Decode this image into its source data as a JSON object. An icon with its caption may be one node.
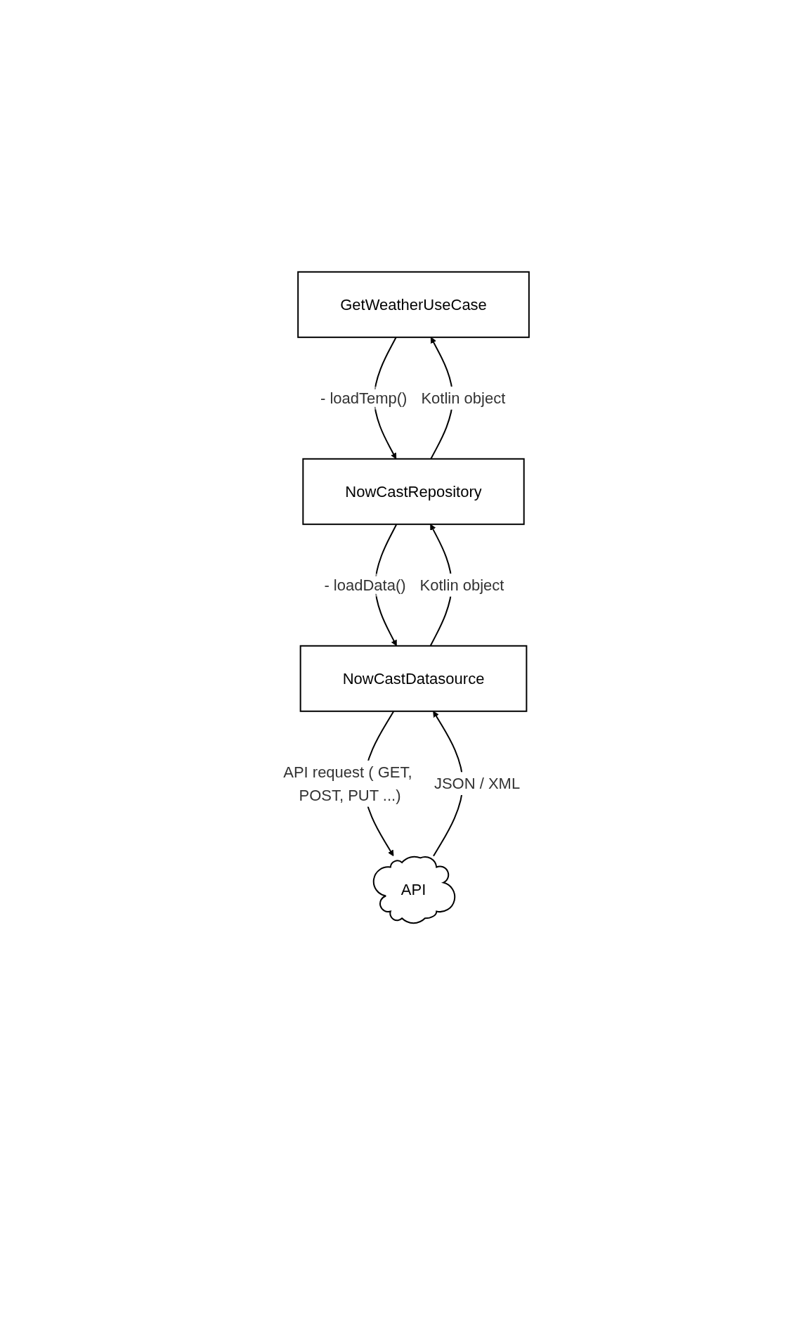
{
  "diagram": {
    "nodes": [
      {
        "text": [
          "GetWeatherUseCase"
        ]
      },
      {
        "text": [
          "NowCastRepository"
        ]
      },
      {
        "text": [
          "NowCastDatasource"
        ]
      },
      {
        "text": [
          "API"
        ]
      }
    ],
    "edges": [
      {
        "from": 0,
        "to": 1,
        "arrow": "to",
        "label": "- loadTemp()"
      },
      {
        "from": 1,
        "to": 0,
        "arrow": "to",
        "label": "Kotlin object"
      },
      {
        "from": 1,
        "to": 2,
        "arrow": "to",
        "label": "- loadData()"
      },
      {
        "from": 2,
        "to": 1,
        "arrow": "to",
        "label": "Kotlin object"
      },
      {
        "from": 2,
        "to": 3,
        "arrow": "to",
        "label": "API request ( GET, POST, PUT ...)"
      },
      {
        "from": 3,
        "to": 2,
        "arrow": "to",
        "label": "JSON / XML"
      }
    ]
  }
}
